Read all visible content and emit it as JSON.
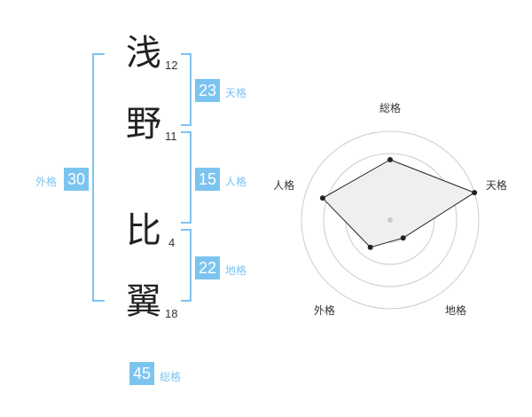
{
  "name": {
    "chars": [
      {
        "char": "浅",
        "strokes": "12"
      },
      {
        "char": "野",
        "strokes": "11"
      },
      {
        "char": "比",
        "strokes": "4"
      },
      {
        "char": "翼",
        "strokes": "18"
      }
    ]
  },
  "kakusu": {
    "tenkaku": {
      "value": "23",
      "label": "天格"
    },
    "jinkaku": {
      "value": "15",
      "label": "人格"
    },
    "chikaku": {
      "value": "22",
      "label": "地格"
    },
    "gaikaku": {
      "value": "30",
      "label": "外格"
    },
    "soukaku": {
      "value": "45",
      "label": "総格"
    }
  },
  "colors": {
    "accent": "#7cc4f0",
    "text": "#222222",
    "grid": "#cccccc",
    "fill": "#efefef"
  },
  "chart_data": {
    "type": "radar",
    "axes": [
      "総格",
      "天格",
      "地格",
      "外格",
      "人格"
    ],
    "values": [
      0.68,
      1.0,
      0.25,
      0.38,
      0.8
    ],
    "rings": 4,
    "range": [
      0,
      1
    ]
  }
}
